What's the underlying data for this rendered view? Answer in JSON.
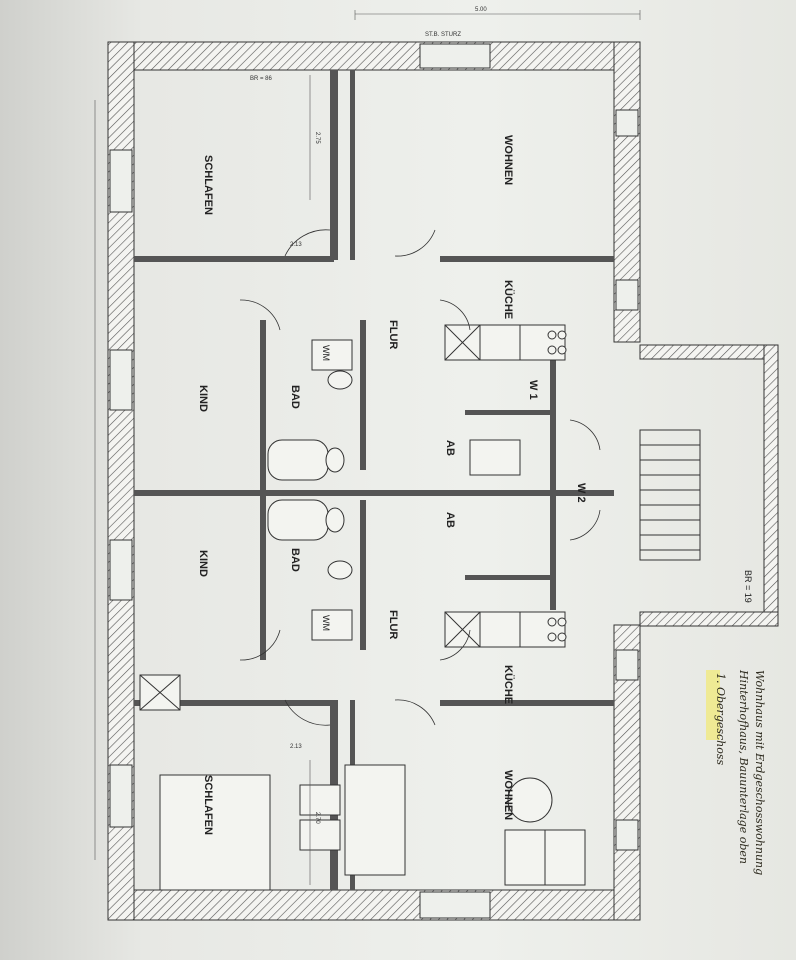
{
  "plan": {
    "title": "Wohnhaus mit Erdgeschosswohnung",
    "subtitle": "Hinterhofhaus, Bauunterlage oben",
    "floor": "1. Obergeschoss",
    "dims": {
      "top_width": "5.00",
      "side_a": "2.75",
      "side_b": "2.70",
      "span_a": "2.13",
      "span_b": "2.13"
    },
    "rooms": {
      "schlafen_1": "SCHLAFEN",
      "wohnen_1": "WOHNEN",
      "kueche_1": "KÜCHE",
      "flur_1": "FLUR",
      "bad_1": "BAD",
      "kind_1": "KIND",
      "ab_1": "AB",
      "ab_2": "AB",
      "bad_2": "BAD",
      "kind_2": "KIND",
      "flur_2": "FLUR",
      "kueche_2": "KÜCHE",
      "schlafen_2": "SCHLAFEN",
      "wohnen_2": "WOHNEN"
    },
    "labels": {
      "w1": "W 1",
      "w2": "W 2",
      "wm1": "WM",
      "wm2": "WM",
      "br86": "BR = 86",
      "br19": "BR = 19",
      "stn": "ST.B. STURZ"
    }
  }
}
